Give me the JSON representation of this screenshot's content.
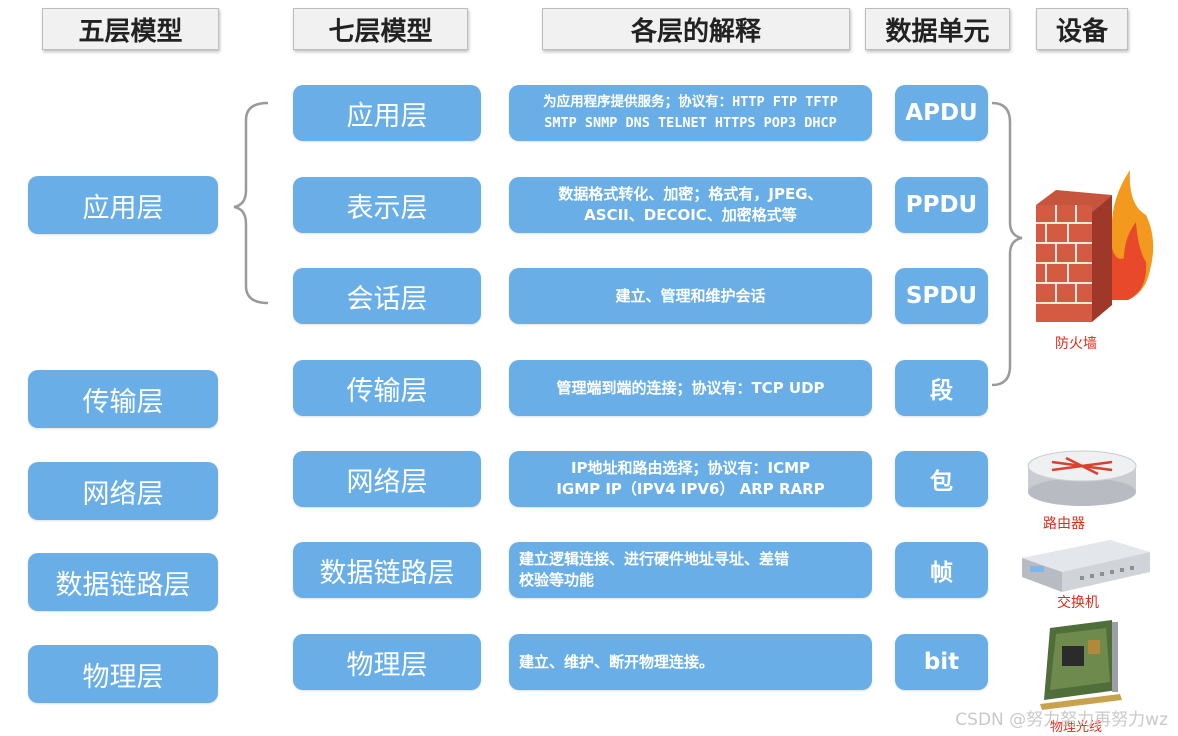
{
  "headers": {
    "five": "五层模型",
    "seven": "七层模型",
    "explain": "各层的解释",
    "unit": "数据单元",
    "device": "设备"
  },
  "five_layers": [
    "应用层",
    "传输层",
    "网络层",
    "数据链路层",
    "物理层"
  ],
  "seven_layers": [
    "应用层",
    "表示层",
    "会话层",
    "传输层",
    "网络层",
    "数据链路层",
    "物理层"
  ],
  "descriptions": [
    "为应用程序提供服务；协议有：HTTP FTP TFTP\nSMTP SNMP DNS TELNET HTTPS POP3 DHCP",
    "数据格式转化、加密；格式有，JPEG、\nASCII、DECOIC、加密格式等",
    "建立、管理和维护会话",
    "管理端到端的连接；协议有：TCP UDP",
    "IP地址和路由选择；协议有：ICMP\nIGMP IP（IPV4 IPV6） ARP RARP",
    "建立逻辑连接、进行硬件地址寻址、差错\n校验等功能",
    "建立、维护、断开物理连接。"
  ],
  "units": [
    "APDU",
    "PPDU",
    "SPDU",
    "段",
    "包",
    "帧",
    "bit"
  ],
  "devices": {
    "firewall": "防火墙",
    "router": "路由器",
    "switch": "交换机",
    "nic": "物理光线"
  },
  "watermark": "CSDN @努力努力再努力wz",
  "colors": {
    "box": "#6aaee8",
    "device_label": "#e02a1a"
  }
}
